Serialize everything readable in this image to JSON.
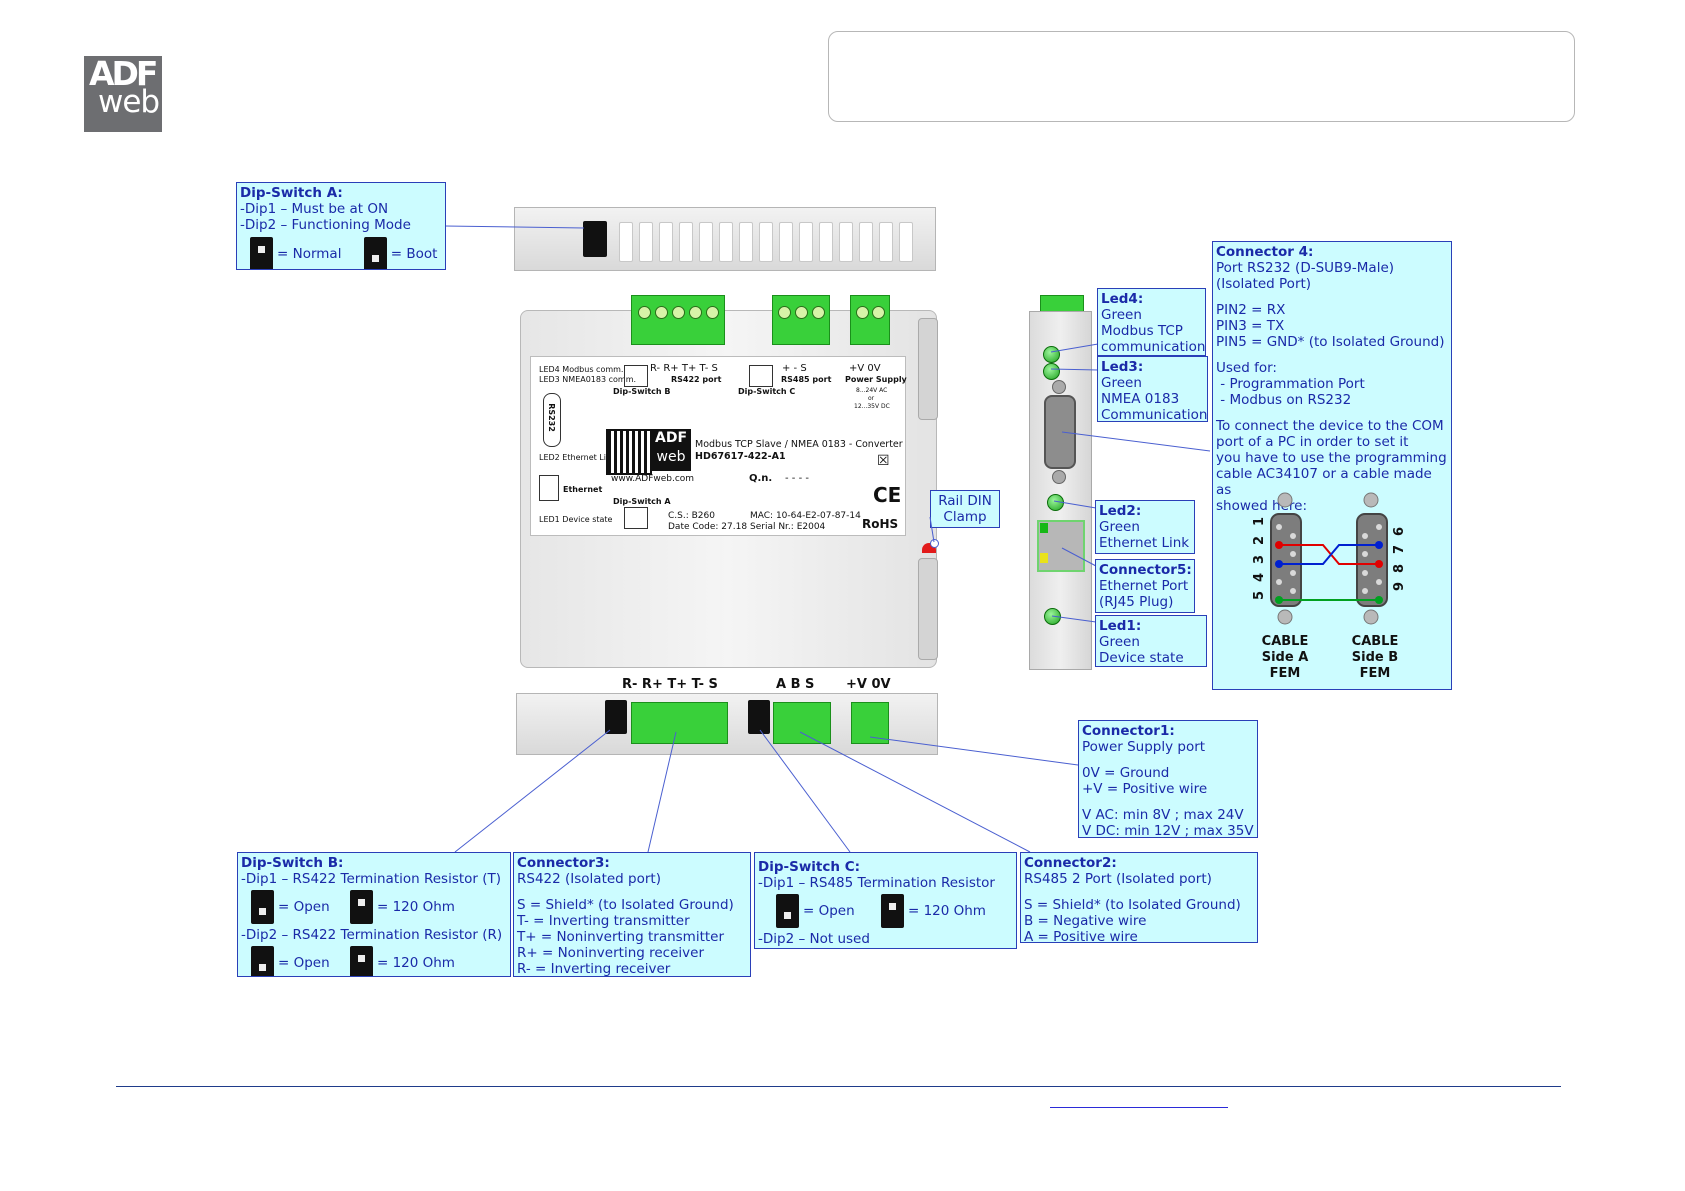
{
  "logo": {
    "line1": "ADF",
    "line2": "web"
  },
  "rail_din_clamp": {
    "line1": "Rail DIN",
    "line2": "Clamp"
  },
  "dip_a": {
    "title": "Dip-Switch A:",
    "line1": "-Dip1 – Must be at ON",
    "line2": "-Dip2 – Functioning Mode",
    "normal": "= Normal",
    "boot": "= Boot"
  },
  "led4": {
    "title": "Led4:",
    "lines": [
      "Green",
      "Modbus TCP",
      "communication"
    ]
  },
  "led3": {
    "title": "Led3:",
    "lines": [
      "Green",
      "NMEA 0183",
      "Communication"
    ]
  },
  "led2": {
    "title": "Led2:",
    "lines": [
      "Green",
      "Ethernet Link"
    ]
  },
  "conn5": {
    "title": "Connector5:",
    "lines": [
      "Ethernet Port",
      "(RJ45 Plug)"
    ]
  },
  "led1": {
    "title": "Led1:",
    "lines": [
      "Green",
      "Device state"
    ]
  },
  "conn4": {
    "title": "Connector 4:",
    "l1": "Port RS232 (D-SUB9-Male)",
    "l2": "(Isolated Port)",
    "l3": "PIN2 = RX",
    "l4": "PIN3 = TX",
    "l5": "PIN5 = GND* (to Isolated Ground)",
    "l6": "Used for:",
    "l7": " - Programmation Port",
    "l8": " - Modbus on RS232",
    "l9": "To connect the device to the COM",
    "l10": "port of a PC in order to set it",
    "l11": "you have to use the programming",
    "l12": "cable AC34107 or a cable made as",
    "l13": "showed here:",
    "side_a_digits": [
      "1",
      "2",
      "3",
      "4",
      "5"
    ],
    "side_b_digits": [
      "6",
      "7",
      "8",
      "9"
    ],
    "cable_a": [
      "CABLE",
      "Side A",
      "FEM"
    ],
    "cable_b": [
      "CABLE",
      "Side B",
      "FEM"
    ],
    "wire_colors": [
      "#e00000",
      "#0020d0",
      "#00a020"
    ]
  },
  "conn1": {
    "title": "Connector1:",
    "l1": "Power Supply port",
    "l2": "0V = Ground",
    "l3": "+V = Positive wire",
    "l4": "V AC: min 8V ; max 24V",
    "l5": "V DC: min 12V ; max 35V"
  },
  "dip_b": {
    "title": "Dip-Switch B:",
    "l1": "-Dip1 – RS422 Termination Resistor (T)",
    "l2": "-Dip2 – RS422 Termination Resistor (R)",
    "open": "= Open",
    "ohm": "= 120 Ohm"
  },
  "conn3": {
    "title": "Connector3:",
    "l1": "RS422 (Isolated port)",
    "l2": "S = Shield* (to Isolated Ground)",
    "l3": "T- = Inverting transmitter",
    "l4": "T+ = Noninverting transmitter",
    "l5": "R+ = Noninverting receiver",
    "l6": "R- = Inverting receiver"
  },
  "dip_c": {
    "title": "Dip-Switch C:",
    "l1": "-Dip1 – RS485 Termination Resistor",
    "l2": "-Dip2 – Not used",
    "open": "= Open",
    "ohm": "= 120 Ohm"
  },
  "conn2": {
    "title": "Connector2:",
    "l1": "RS485 2 Port (Isolated port)",
    "l2": "S = Shield* (to Isolated Ground)",
    "l3": "B = Negative wire",
    "l4": "A = Positive wire"
  },
  "bottom_terms": {
    "g1": "R- R+ T+ T- S",
    "g2": "A  B  S",
    "g3": "+V 0V"
  },
  "device": {
    "led4": "LED4 Modbus comm.",
    "led3": "LED3 NMEA0183 comm.",
    "rs232": "RS232",
    "led2": "LED2 Ethernet Link",
    "ethernet": "Ethernet",
    "led1": "LED1 Device state",
    "dipb_pins": "R-  R+  T+  T-  S",
    "dipb_label": "Dip-Switch B",
    "rs422_label": "RS422 port",
    "dipc_pins": "+    -    S",
    "dipc_label": "Dip-Switch C",
    "rs485_label": "RS485 port",
    "ps_pins": "+V  0V",
    "ps_label": "Power Supply",
    "ps_ac": "8...24V AC",
    "ps_or": "or",
    "ps_dc": "12...35V DC",
    "product": "Modbus TCP Slave / NMEA 0183 - Converter",
    "code": "HD67617-422-A1",
    "url": "www.ADFweb.com",
    "qn": "Q.n.",
    "qn_val": "- - - -",
    "dipa_label": "Dip-Switch A",
    "cs": "C.S.: B260",
    "date": "Date Code: 27.18",
    "mac": "MAC: 10-64-E2-07-87-14",
    "serial": "Serial Nr.: E2004",
    "rohs": "RoHS",
    "ce": "CE"
  }
}
